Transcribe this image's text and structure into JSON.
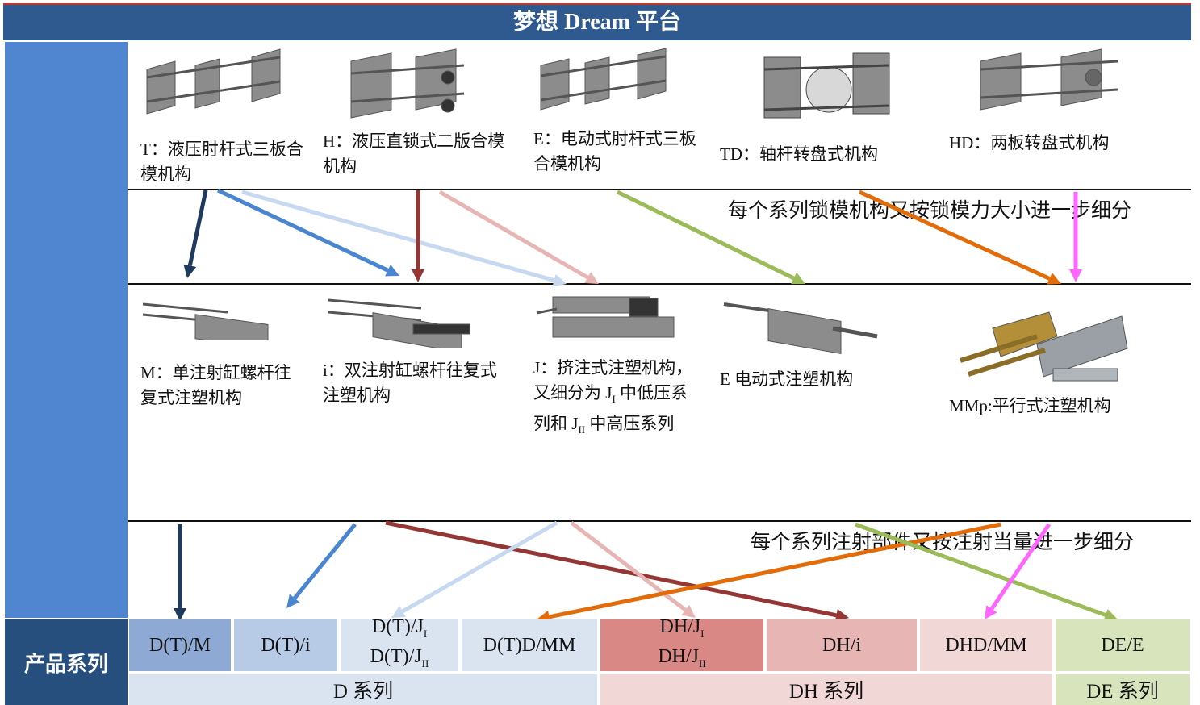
{
  "title": "梦想 Dream 平台",
  "footer_label": "产品系列",
  "clamping_units": [
    {
      "label": "T：液压肘杆式三板合模机构"
    },
    {
      "label": "H：液压直锁式二版合模机构"
    },
    {
      "label": "E：电动式肘杆式三板合模机构"
    },
    {
      "label": "TD：轴杆转盘式机构"
    },
    {
      "label": "HD：两板转盘式机构"
    }
  ],
  "note_clamping": "每个系列锁模机构又按锁模力大小进一步细分",
  "injection_units": [
    {
      "label": "M：单注射缸螺杆往复式注塑机构"
    },
    {
      "label": "i：双注射缸螺杆往复式注塑机构"
    },
    {
      "label_parts": [
        "J：挤注式注塑机构，又细分为 J",
        "I",
        " 中低压系列和 J",
        "II",
        " 中高压系列"
      ]
    },
    {
      "label": "E 电动式注塑机构"
    },
    {
      "label": "MMp:平行式注塑机构"
    }
  ],
  "note_injection": "每个系列注射部件又按注射当量进一步细分",
  "products": [
    {
      "label": "D(T)/M",
      "color": "#8eaad4"
    },
    {
      "label": "D(T)/i",
      "color": "#b7cbe6"
    },
    {
      "lines": [
        [
          "D(T)/J",
          "I"
        ],
        [
          "D(T)/J",
          "II"
        ]
      ],
      "color": "#dae4f1"
    },
    {
      "label": "D(T)D/MM",
      "color": "#dae4f1"
    },
    {
      "lines": [
        [
          "DH/J",
          "I"
        ],
        [
          "DH/J",
          "II"
        ]
      ],
      "color": "#d98886"
    },
    {
      "label": "DH/i",
      "color": "#e6b5b4"
    },
    {
      "label": "DHD/MM",
      "color": "#f1d8d7"
    },
    {
      "label": "DE/E",
      "color": "#d8e4bc"
    }
  ],
  "series": [
    {
      "label": "D 系列",
      "color": "#dae4f1"
    },
    {
      "label": "DH 系列",
      "color": "#f1d8d7"
    },
    {
      "label": "DE 系列",
      "color": "#d8e4bc"
    }
  ],
  "arrow_colors": {
    "dark_navy": "#1f3a5f",
    "blue": "#4a86d0",
    "light_blue": "#c6d9f0",
    "dark_red": "#943634",
    "pink": "#e6b5b4",
    "green": "#9bbb59",
    "orange": "#e36c0a",
    "magenta": "#ff66ff"
  },
  "icons": [
    "clamping-machine-icon",
    "injection-unit-icon"
  ]
}
